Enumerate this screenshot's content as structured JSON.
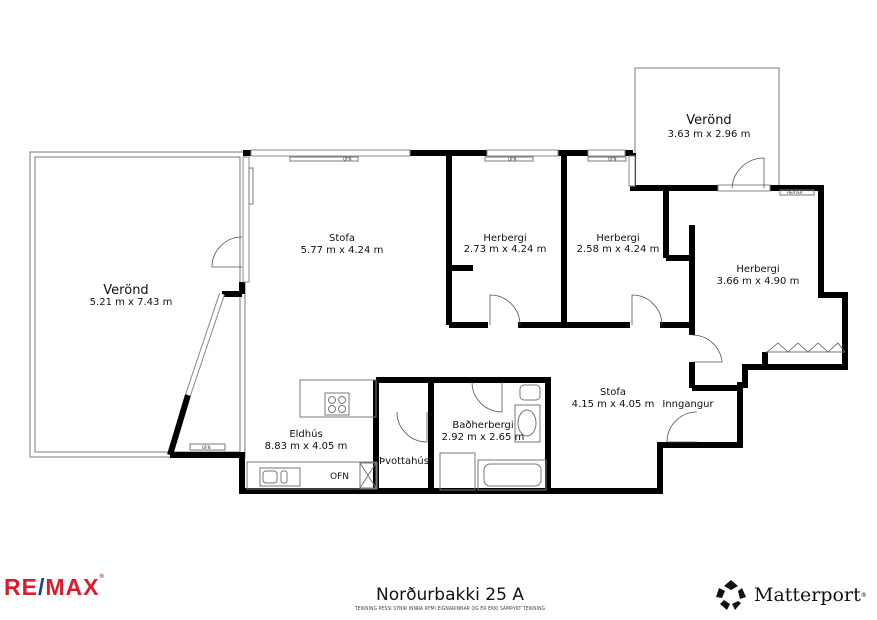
{
  "plan": {
    "address": "Norðurbakki 25 A",
    "disclaimer": "TEIKNING ÞESSI SÝNIR INNRA RÝMI EIGNARINNAR OG ER EKKI SAMÞYKT TEIKNING",
    "rooms": [
      {
        "name": "Verönd",
        "dims": "5.21 m x 7.43 m"
      },
      {
        "name": "Stofa",
        "dims": "5.77 m x 4.24 m"
      },
      {
        "name": "Herbergi",
        "dims": "2.73 m x 4.24 m"
      },
      {
        "name": "Herbergi",
        "dims": "2.58 m x 4.24 m"
      },
      {
        "name": "Verönd",
        "dims": "3.63 m x 2.96 m"
      },
      {
        "name": "Herbergi",
        "dims": "3.66 m x 4.90 m"
      },
      {
        "name": "Stofa",
        "dims": "4.15 m x 4.05 m"
      },
      {
        "name": "Inngangur",
        "dims": ""
      },
      {
        "name": "Eldhús",
        "dims": "8.83 m x 4.05 m"
      },
      {
        "name": "Baðherbergi",
        "dims": "2.92 m x 2.65 m"
      },
      {
        "name": "Þvottahús",
        "dims": ""
      }
    ],
    "fixtures": {
      "ofn": "OFN",
      "heater": "HEATER"
    }
  },
  "branding": {
    "remax_left": "RE",
    "remax_slash": "/",
    "remax_right": "MAX",
    "remax_reg": "®",
    "matterport": "Matterport",
    "matterport_reg": "®",
    "remax_red": "#dc1c2e",
    "remax_blue": "#1b3f8f"
  }
}
